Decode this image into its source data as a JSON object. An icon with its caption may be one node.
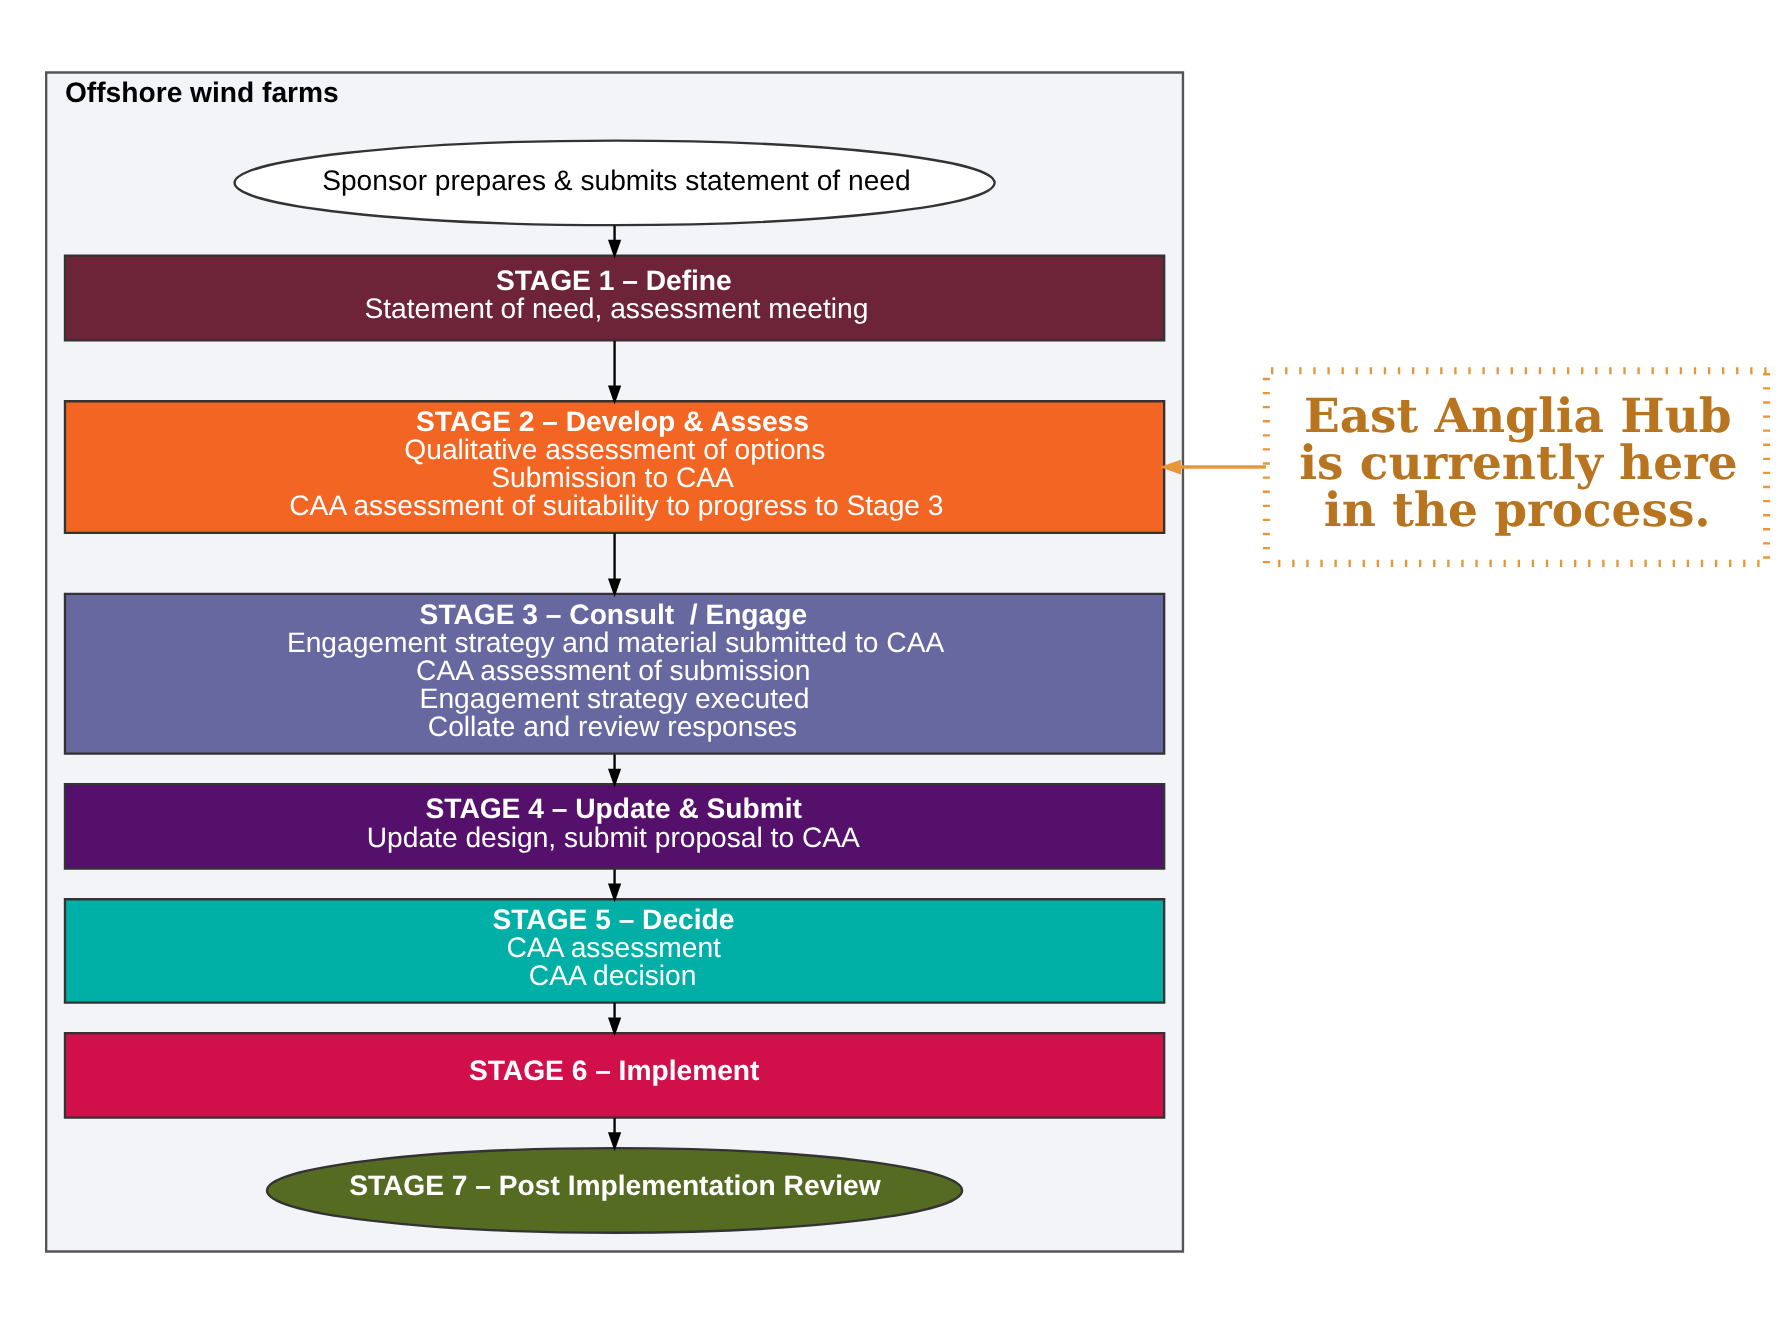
{
  "diagram": {
    "nodes": [
      {
        "text": [
          "Offshore wind farms"
        ]
      },
      {
        "text": [
          "Sponsor prepares & submits statement of need"
        ],
        "in": 0
      },
      {
        "text": [
          "STAGE 1 – Define",
          "Statement of need, assessment meeting"
        ],
        "in": 0
      },
      {
        "text": [
          "STAGE 2 – Develop & Assess",
          "Qualitative assessment of options",
          "Submission to CAA",
          "CAA assessment of suitability to progress to Stage 3"
        ],
        "in": 0
      },
      {
        "text": [
          "STAGE 3 – Consult  / Engage",
          "Engagement strategy and material submitted to CAA",
          "CAA assessment of submission",
          "Engagement strategy executed",
          "Collate and review responses"
        ],
        "in": 0
      },
      {
        "text": [
          "STAGE 4 – Update & Submit",
          "Update design, submit proposal to CAA"
        ],
        "in": 0
      },
      {
        "text": [
          "STAGE 5 – Decide",
          "CAA assessment",
          "CAA decision"
        ],
        "in": 0
      },
      {
        "text": [
          "STAGE 6 – Implement"
        ],
        "in": 0
      },
      {
        "text": [
          "STAGE 7 – Post Implementation Review"
        ],
        "in": 0
      },
      {
        "text": [
          "East Anglia Hub is currently here in the process."
        ]
      }
    ],
    "edges": [
      {
        "from": 1,
        "to": 2,
        "arrow": "to"
      },
      {
        "from": 2,
        "to": 3,
        "arrow": "to"
      },
      {
        "from": 3,
        "to": 4,
        "arrow": "to"
      },
      {
        "from": 4,
        "to": 5,
        "arrow": "to"
      },
      {
        "from": 5,
        "to": 6,
        "arrow": "to"
      },
      {
        "from": 6,
        "to": 7,
        "arrow": "to"
      },
      {
        "from": 7,
        "to": 8,
        "arrow": "to"
      },
      {
        "from": 9,
        "to": 3,
        "arrow": "to",
        "color": "#e8963a"
      }
    ]
  }
}
